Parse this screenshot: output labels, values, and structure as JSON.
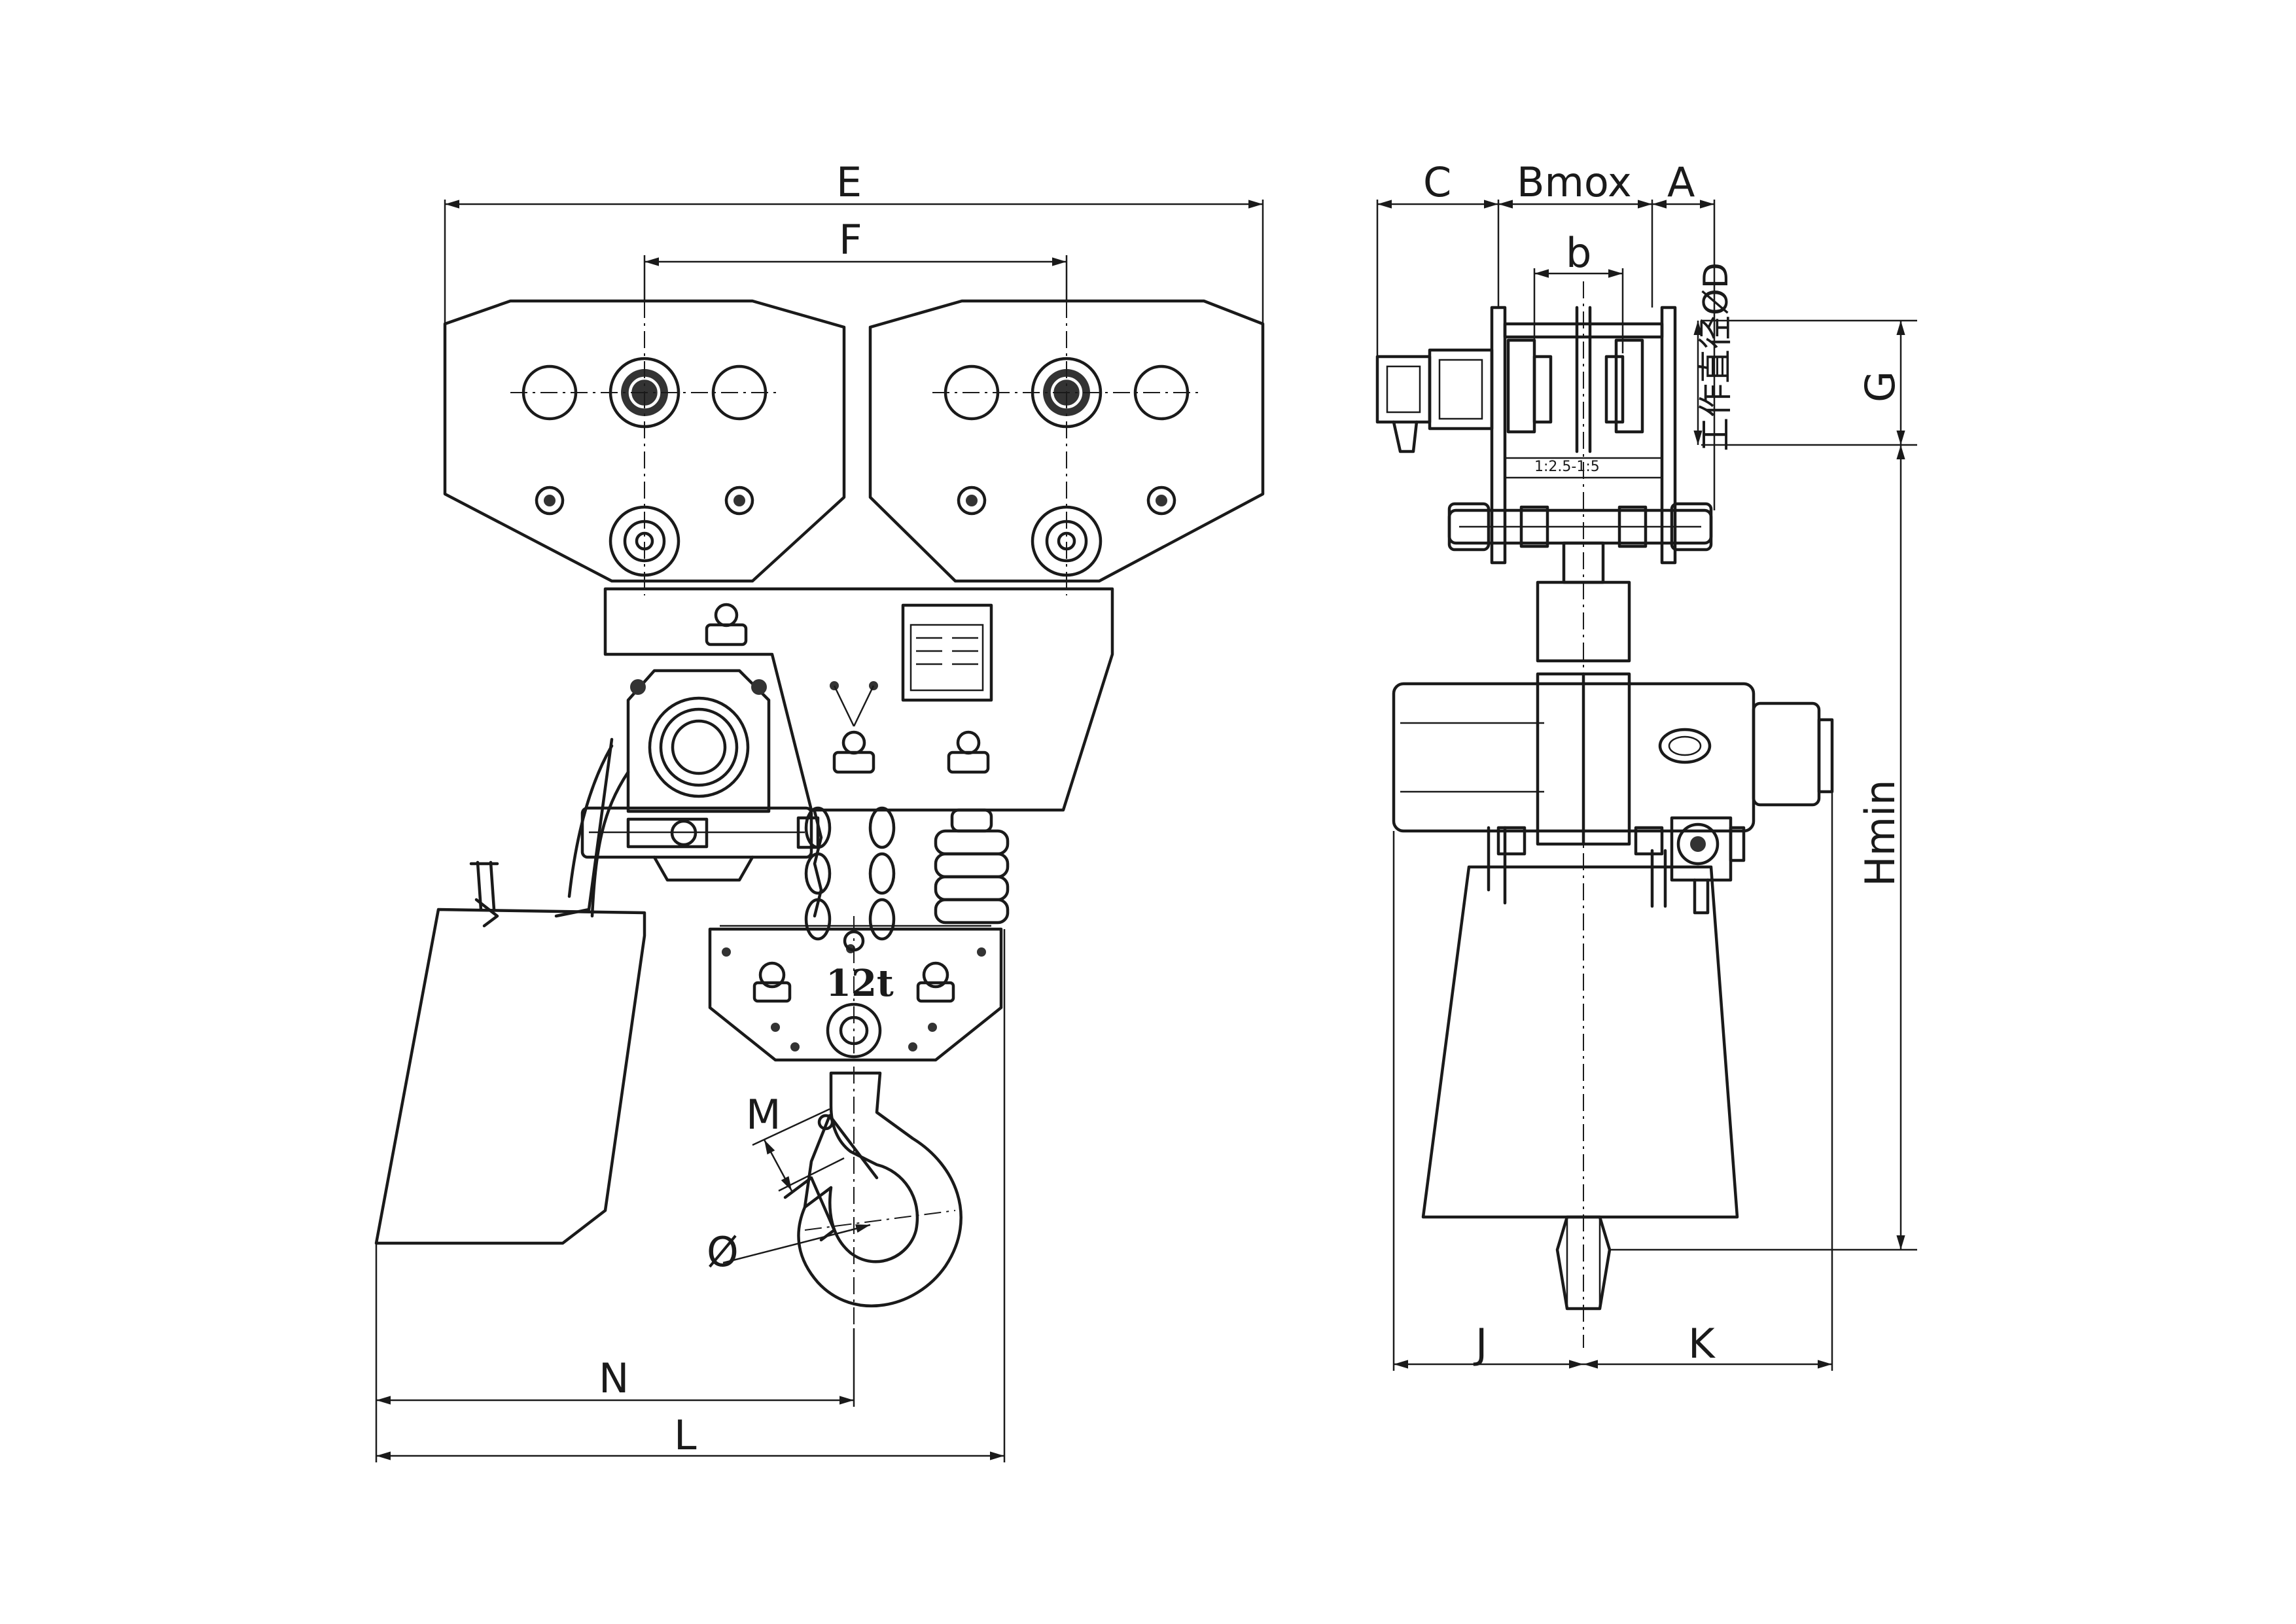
{
  "front_view": {
    "dims": {
      "E": "E",
      "F": "F",
      "M": "M",
      "phi": "Ø",
      "N": "N",
      "L": "L"
    },
    "block_label": "12t"
  },
  "side_view": {
    "dims": {
      "C": "C",
      "Bmax": "Bmox",
      "A": "A",
      "b": "b",
      "D": "工作直径ØD",
      "G": "G",
      "Hmin": "Hmin",
      "J": "J",
      "K": "K"
    },
    "trolley_marking": "1:2.5-1:5"
  }
}
